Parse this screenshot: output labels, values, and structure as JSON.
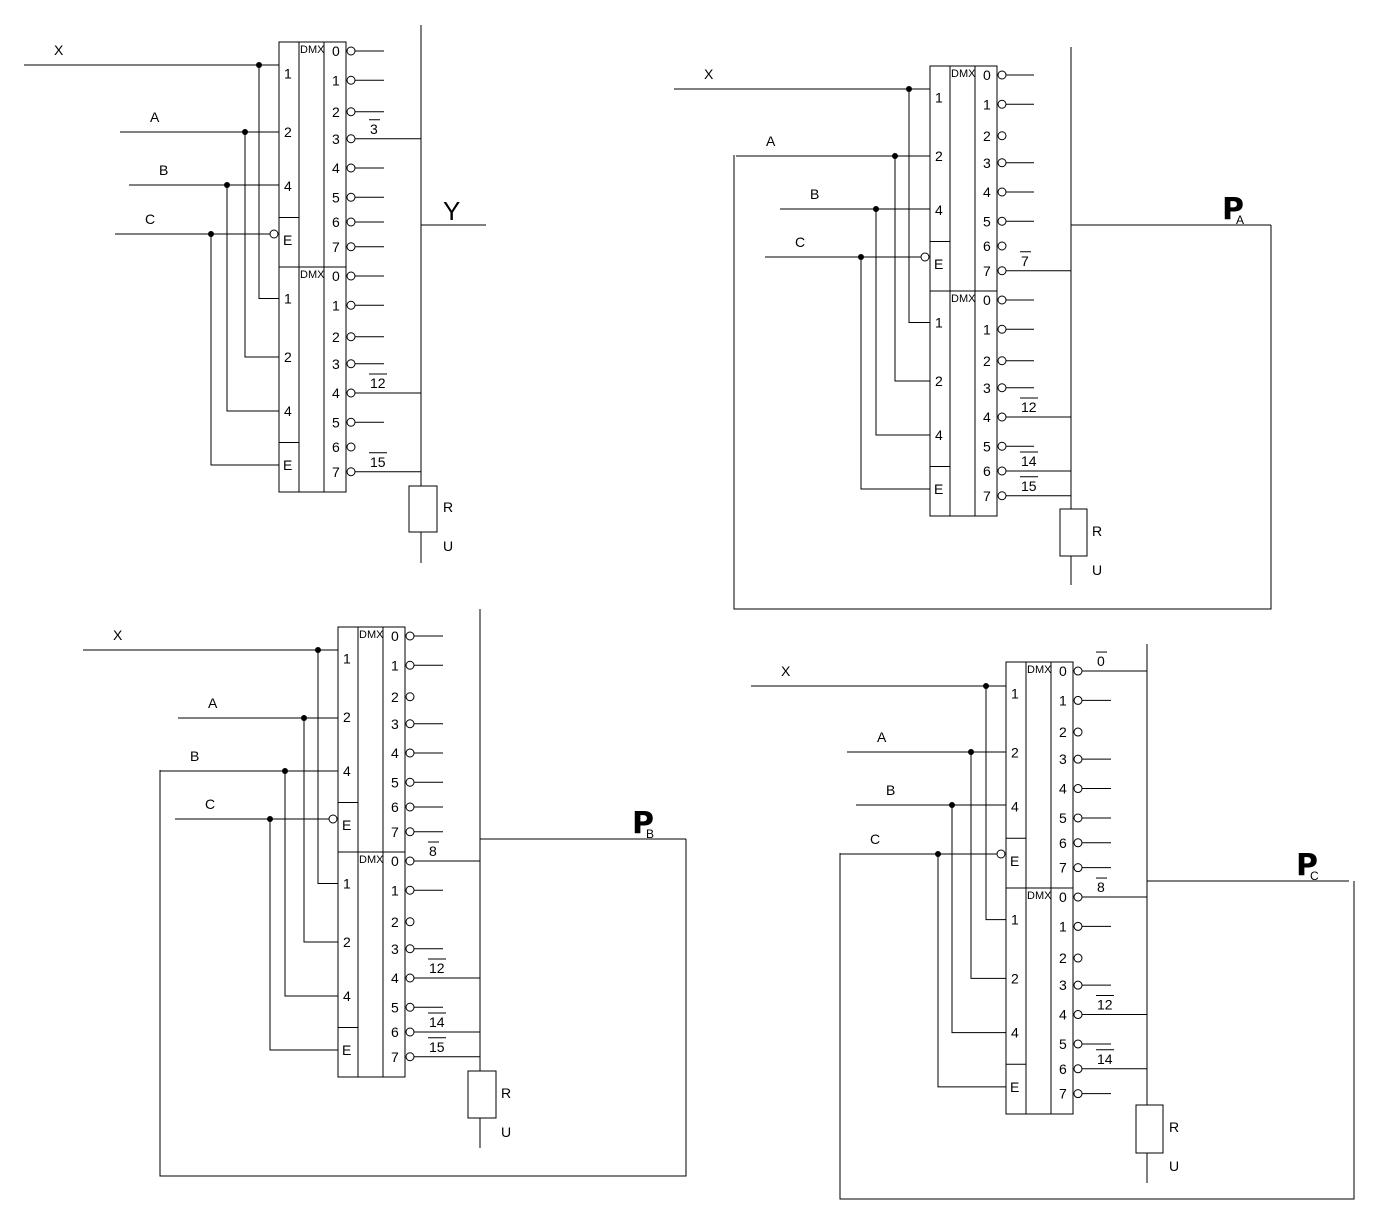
{
  "diagram": {
    "labels": {
      "dmx": "DMX",
      "x": "X",
      "a": "A",
      "b": "B",
      "c": "C",
      "enable": "E",
      "r": "R",
      "u": "U"
    },
    "input_pins": [
      "1",
      "2",
      "4"
    ],
    "output_pins": [
      "0",
      "1",
      "2",
      "3",
      "4",
      "5",
      "6",
      "7"
    ],
    "circuits": [
      {
        "id": "Y",
        "output_label": "Y",
        "output_sub": "",
        "upper_connected": [
          {
            "pin": 3,
            "label": "3"
          }
        ],
        "upper_unconnected_pins": [],
        "lower_connected": [
          {
            "pin": 4,
            "label": "12"
          },
          {
            "pin": 7,
            "label": "15"
          }
        ],
        "lower_unconnected_pins": [
          6
        ]
      },
      {
        "id": "PA",
        "output_label": "P",
        "output_sub": "A",
        "upper_connected": [
          {
            "pin": 7,
            "label": "7"
          }
        ],
        "upper_unconnected_pins": [
          2,
          6
        ],
        "lower_connected": [
          {
            "pin": 4,
            "label": "12"
          },
          {
            "pin": 6,
            "label": "14"
          },
          {
            "pin": 7,
            "label": "15"
          }
        ],
        "lower_unconnected_pins": []
      },
      {
        "id": "PB",
        "output_label": "P",
        "output_sub": "B",
        "upper_connected": [],
        "upper_unconnected_pins": [
          2
        ],
        "lower_connected": [
          {
            "pin": 0,
            "label": "8"
          },
          {
            "pin": 4,
            "label": "12"
          },
          {
            "pin": 6,
            "label": "14"
          },
          {
            "pin": 7,
            "label": "15"
          }
        ],
        "lower_unconnected_pins": [
          2
        ]
      },
      {
        "id": "PC",
        "output_label": "P",
        "output_sub": "C",
        "upper_connected": [
          {
            "pin": 0,
            "label": "0"
          }
        ],
        "upper_unconnected_pins": [
          2
        ],
        "lower_connected": [
          {
            "pin": 0,
            "label": "8"
          },
          {
            "pin": 4,
            "label": "12"
          },
          {
            "pin": 6,
            "label": "14"
          }
        ],
        "lower_unconnected_pins": [
          2
        ]
      }
    ]
  }
}
